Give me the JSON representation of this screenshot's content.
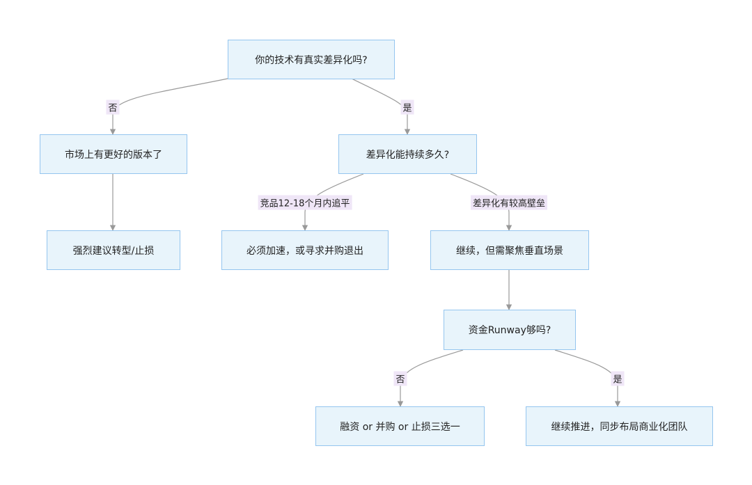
{
  "nodes": {
    "q_diff": "你的技术有真实差异化吗?",
    "market_better": "市场上有更好的版本了",
    "pivot": "强烈建议转型/止损",
    "q_duration": "差异化能持续多久?",
    "accelerate": "必须加速，或寻求并购退出",
    "continue_vertical": "继续，但需聚焦垂直场景",
    "q_runway": "资金Runway够吗?",
    "choose": "融资 or 并购 or 止损三选一",
    "push": "继续推进，同步布局商业化团队"
  },
  "edges": {
    "no_1": "否",
    "yes_1": "是",
    "competitors": "竞品12-18个月内追平",
    "barrier": "差异化有较高壁垒",
    "no_2": "否",
    "yes_2": "是"
  },
  "colors": {
    "node_fill": "#e8f4fb",
    "node_border": "#94c5ef",
    "edge": "#999999",
    "label_bg": "#efe6f7"
  }
}
